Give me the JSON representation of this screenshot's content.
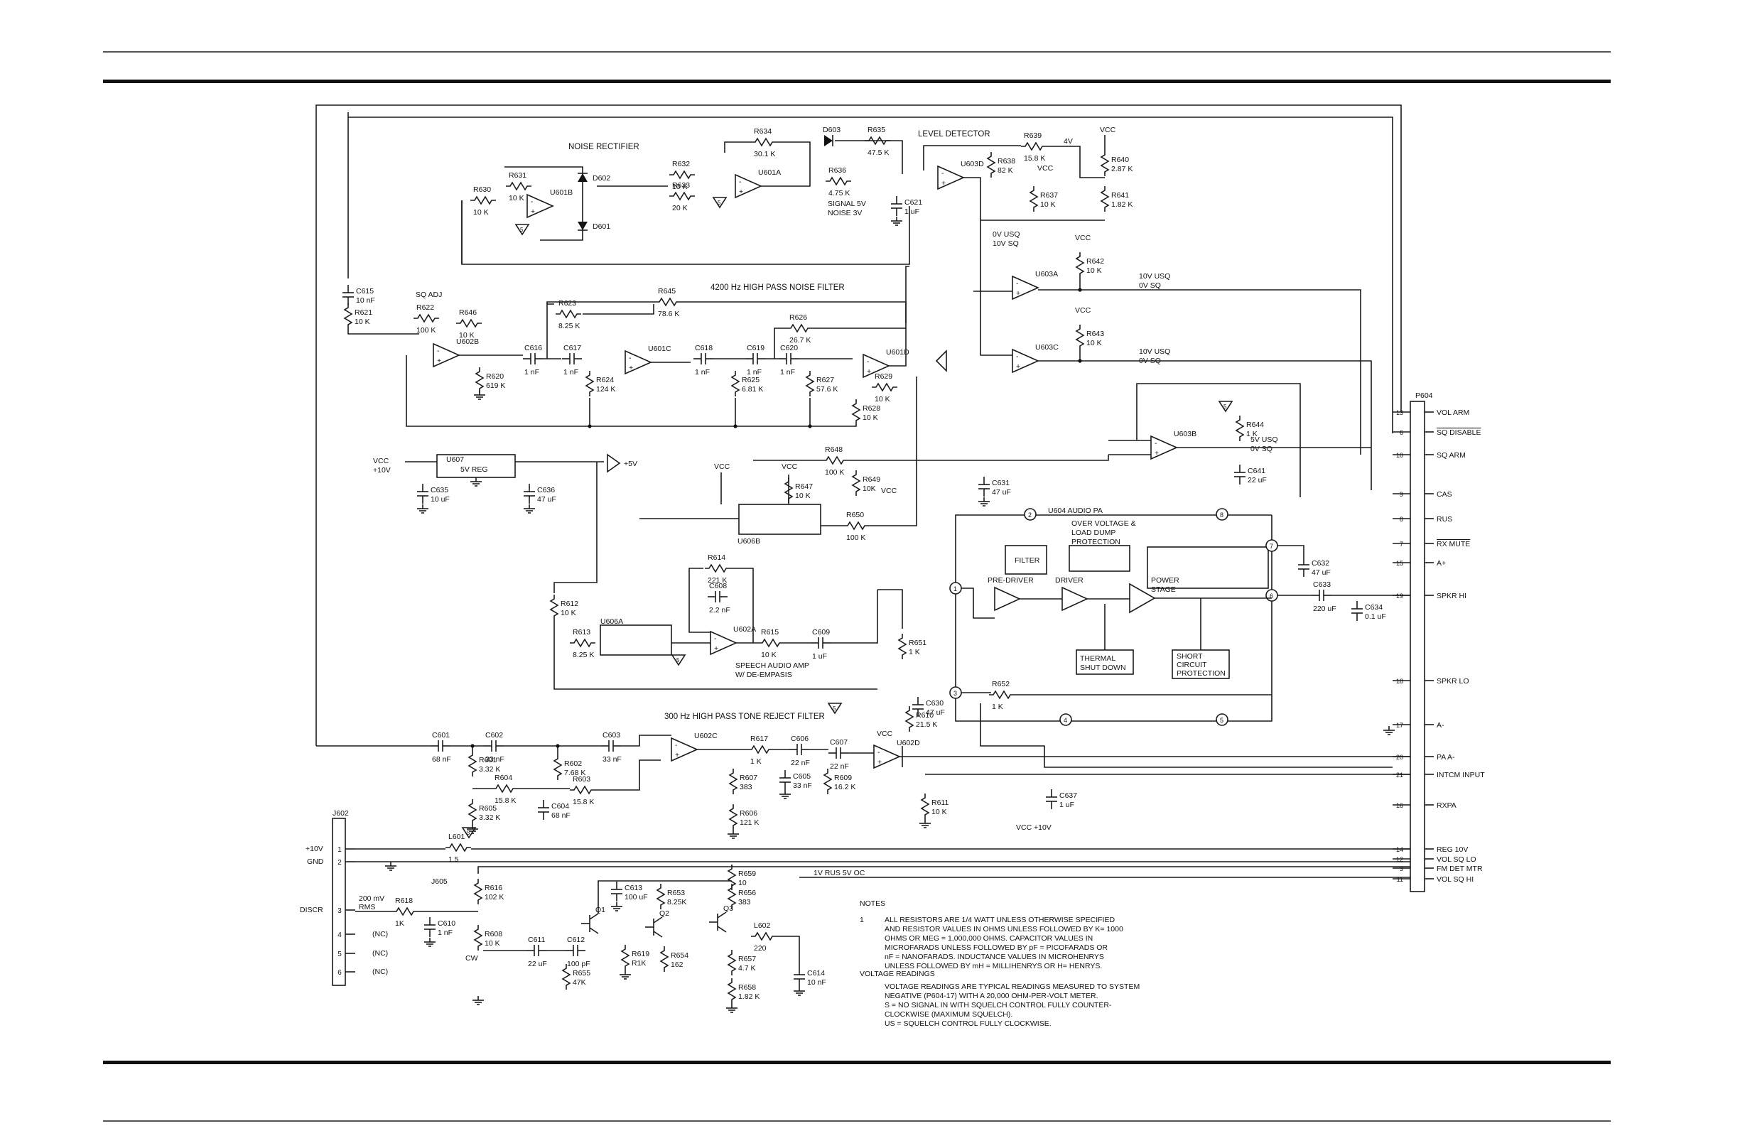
{
  "section_labels": {
    "noise_rectifier": "NOISE RECTIFIER",
    "level_detector": "LEVEL DETECTOR",
    "hp_noise_filter": "4200 Hz HIGH PASS NOISE FILTER",
    "tone_reject_filter": "300 Hz HIGH PASS TONE REJECT FILTER",
    "speech_amp_line1": "SPEECH AUDIO AMP",
    "speech_amp_line2": "W/ DE-EMPASIS",
    "audio_pa": "U604 AUDIO PA",
    "overvoltage_line1": "OVER VOLTAGE &",
    "overvoltage_line2": "LOAD DUMP",
    "overvoltage_line3": "PROTECTION",
    "filter": "FILTER",
    "pre_driver": "PRE-DRIVER",
    "driver": "DRIVER",
    "power_stage_line1": "POWER",
    "power_stage_line2": "STAGE",
    "thermal_line1": "THERMAL",
    "thermal_line2": "SHUT DOWN",
    "short_line1": "SHORT",
    "short_line2": "CIRCUIT",
    "short_line3": "PROTECTION",
    "signal_noise_line1": "SIGNAL 5V",
    "signal_noise_line2": "NOISE 3V",
    "usq_sq_1_line1": "0V USQ",
    "usq_sq_1_line2": "10V SQ",
    "usq_sq_2_line1": "10V USQ",
    "usq_sq_2_line2": "0V SQ",
    "usq_sq_3_line1": "10V USQ",
    "usq_sq_3_line2": "0V SQ",
    "usq_sq_4_line1": "5V USQ",
    "usq_sq_4_line2": "0V SQ",
    "four_volt": "4V",
    "rus_line": "1V RUS 5V OC",
    "plus5v": "+5V",
    "vcc": "VCC",
    "vcc_plus10_line1": "VCC",
    "vcc_plus10_line2": "+10V",
    "plus10v": "+10V",
    "cw": "CW",
    "disc_level": "200 mV",
    "disc_level2": "RMS"
  },
  "components": {
    "R631": [
      "R631",
      "10 K"
    ],
    "R630": [
      "R630",
      "10 K"
    ],
    "R632": [
      "R632",
      "10 K"
    ],
    "R633": [
      "R633",
      "20 K"
    ],
    "R634": [
      "R634",
      "30.1 K"
    ],
    "R635": [
      "R635",
      "47.5 K"
    ],
    "R636": [
      "R636",
      "4.75 K"
    ],
    "R638": [
      "R638",
      "82 K"
    ],
    "R639": [
      "R639",
      "15.8 K"
    ],
    "R637": [
      "R637",
      "10 K"
    ],
    "R640": [
      "R640",
      "2.87 K"
    ],
    "R641": [
      "R641",
      "1.82 K"
    ],
    "R642": [
      "R642",
      "10 K"
    ],
    "R643": [
      "R643",
      "10 K"
    ],
    "R644": [
      "R644",
      "1 K"
    ],
    "R621": [
      "R621",
      "10 K"
    ],
    "R622": [
      "R622",
      "100 K"
    ],
    "R646": [
      "R646",
      "10 K"
    ],
    "R623": [
      "R623",
      "8.25 K"
    ],
    "R645": [
      "R645",
      "78.6 K"
    ],
    "R620": [
      "R620",
      "619 K"
    ],
    "R624": [
      "R624",
      "124 K"
    ],
    "R625": [
      "R625",
      "6.81 K"
    ],
    "R626": [
      "R626",
      "26.7 K"
    ],
    "R627": [
      "R627",
      "57.6 K"
    ],
    "R628": [
      "R628",
      "10 K"
    ],
    "R629": [
      "R629",
      "10 K"
    ],
    "R648": [
      "R648",
      "100 K"
    ],
    "R649": [
      "R649",
      "10K"
    ],
    "R647": [
      "R647",
      "10 K"
    ],
    "R650": [
      "R650",
      "100 K"
    ],
    "R614": [
      "R614",
      "221 K"
    ],
    "R612": [
      "R612",
      "10 K"
    ],
    "R613": [
      "R613",
      "8.25 K"
    ],
    "R615": [
      "R615",
      "10 K"
    ],
    "R651": [
      "R651",
      "1 K"
    ],
    "R652": [
      "R652",
      "1 K"
    ],
    "R610": [
      "R610",
      "21.5 K"
    ],
    "R601": [
      "R601",
      "3.32 K"
    ],
    "R602": [
      "R602",
      "7.68 K"
    ],
    "R603": [
      "R603",
      "15.8 K"
    ],
    "R604": [
      "R604",
      "15.8 K"
    ],
    "R605": [
      "R605",
      "3.32 K"
    ],
    "R617": [
      "R617",
      "1 K"
    ],
    "R607": [
      "R607",
      "383"
    ],
    "R606": [
      "R606",
      "121 K"
    ],
    "R609": [
      "R609",
      "16.2 K"
    ],
    "R611": [
      "R611",
      "10 K"
    ],
    "R618": [
      "R618",
      "1K"
    ],
    "R616": [
      "R616",
      "102 K"
    ],
    "R608": [
      "R608",
      "10 K"
    ],
    "R655": [
      "R655",
      "47K"
    ],
    "R619": [
      "R619",
      "R1K"
    ],
    "R653": [
      "R653",
      "8.25K"
    ],
    "R654": [
      "R654",
      "162"
    ],
    "R656": [
      "R656",
      "383"
    ],
    "R659": [
      "R659",
      "10"
    ],
    "R657": [
      "R657",
      "4.7 K"
    ],
    "R658": [
      "R658",
      "1.82 K"
    ],
    "C621": [
      "C621",
      "1 uF"
    ],
    "C615": [
      "C615",
      "10 nF"
    ],
    "C616": [
      "C616",
      "1 nF"
    ],
    "C617": [
      "C617",
      "1 nF"
    ],
    "C618": [
      "C618",
      "1 nF"
    ],
    "C619": [
      "C619",
      "1 nF"
    ],
    "C620": [
      "C620",
      "1 nF"
    ],
    "C635": [
      "C635",
      "10 uF"
    ],
    "C636": [
      "C636",
      "47 uF"
    ],
    "C631": [
      "C631",
      "47 uF"
    ],
    "C641": [
      "C641",
      "22 uF"
    ],
    "C632": [
      "C632",
      "47 uF"
    ],
    "C633": [
      "C633",
      "220 uF"
    ],
    "C634": [
      "C634",
      "0.1 uF"
    ],
    "C608": [
      "C608",
      "2.2 nF"
    ],
    "C609": [
      "C609",
      "1 uF"
    ],
    "C630": [
      "C630",
      "47 uF"
    ],
    "C601": [
      "C601",
      "68 nF"
    ],
    "C602": [
      "C602",
      "33 nF"
    ],
    "C603": [
      "C603",
      "33 nF"
    ],
    "C604": [
      "C604",
      "68 nF"
    ],
    "C606": [
      "C606",
      "22 nF"
    ],
    "C605": [
      "C605",
      "33 nF"
    ],
    "C607": [
      "C607",
      "22 nF"
    ],
    "C637": [
      "C637",
      "1 uF"
    ],
    "C610": [
      "C610",
      "1 nF"
    ],
    "C611": [
      "C611",
      "22 uF"
    ],
    "C612": [
      "C612",
      "100 pF"
    ],
    "C613": [
      "C613",
      "100 uF"
    ],
    "C614": [
      "C614",
      "10 nF"
    ],
    "D601": "D601",
    "D602": "D602",
    "D603": "D603",
    "L601": [
      "L601",
      "1.5"
    ],
    "L602": [
      "L602",
      "220"
    ],
    "U601A": "U601A",
    "U601B": "U601B",
    "U601C": "U601C",
    "U601D": "U601D",
    "U602A": "U602A",
    "U602B": "U602B",
    "U602C": "U602C",
    "U602D": "U602D",
    "U603A": "U603A",
    "U603B": "U603B",
    "U603C": "U603C",
    "U603D": "U603D",
    "U606A": "U606A",
    "U606B": "U606B",
    "U607": [
      "U607",
      "5V REG"
    ],
    "Q1": "Q1",
    "Q2": "Q2",
    "Q3": "Q3",
    "J602": "J602",
    "J605": "J605",
    "P604": "P604",
    "SQ_ADJ": "SQ ADJ"
  },
  "connector_p604": [
    {
      "pin": "13",
      "label": "VOL ARM"
    },
    {
      "pin": "6",
      "label": "SQ DISABLE"
    },
    {
      "pin": "10",
      "label": "SQ ARM"
    },
    {
      "pin": "9",
      "label": "CAS"
    },
    {
      "pin": "8",
      "label": "RUS"
    },
    {
      "pin": "7",
      "label": "RX MUTE"
    },
    {
      "pin": "15",
      "label": "A+"
    },
    {
      "pin": "19",
      "label": "SPKR HI"
    },
    {
      "pin": "18",
      "label": "SPKR LO"
    },
    {
      "pin": "17",
      "label": "A-"
    },
    {
      "pin": "20",
      "label": "PA A-"
    },
    {
      "pin": "21",
      "label": "INTCM INPUT"
    },
    {
      "pin": "16",
      "label": "RXPA"
    },
    {
      "pin": "14",
      "label": "REG 10V"
    },
    {
      "pin": "12",
      "label": "VOL SQ LO"
    },
    {
      "pin": "3",
      "label": "FM DET MTR"
    },
    {
      "pin": "11",
      "label": "VOL SQ HI"
    }
  ],
  "connector_j602": [
    {
      "pin": "1",
      "label": "+10V"
    },
    {
      "pin": "2",
      "label": "GND"
    },
    {
      "pin": "3",
      "label": "DISCR"
    },
    {
      "pin": "4",
      "label": "(NC)"
    },
    {
      "pin": "5",
      "label": "(NC)"
    },
    {
      "pin": "6",
      "label": "(NC)"
    }
  ],
  "notes": {
    "title": "NOTES",
    "item_number": "1",
    "lines": [
      "ALL RESISTORS ARE 1/4 WATT UNLESS OTHERWISE SPECIFIED",
      "AND RESISTOR VALUES IN OHMS UNLESS FOLLOWED BY K= 1000",
      "OHMS OR MEG = 1,000,000 OHMS.  CAPACITOR VALUES IN",
      "MICROFARADS UNLESS FOLLOWED BY pF = PICOFARADS OR",
      "nF = NANOFARADS.  INDUCTANCE VALUES IN MICROHENRYS",
      "UNLESS FOLLOWED BY mH = MILLIHENRYS OR H= HENRYS."
    ],
    "voltage_title": "VOLTAGE READINGS",
    "voltage_lines": [
      "VOLTAGE READINGS ARE TYPICAL READINGS MEASURED TO SYSTEM",
      "NEGATIVE (P604-17) WITH A 20,000 OHM-PER-VOLT METER.",
      "S = NO SIGNAL IN WITH SQUELCH CONTROL FULLY COUNTER-",
      "CLOCKWISE (MAXIMUM SQUELCH).",
      "US = SQUELCH CONTROL FULLY CLOCKWISE."
    ]
  }
}
